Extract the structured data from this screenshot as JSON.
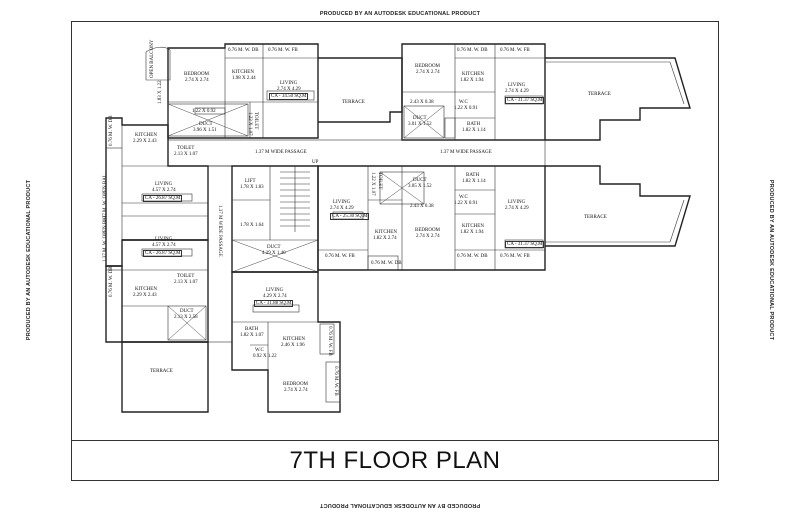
{
  "watermark": "PRODUCED BY AN AUTODESK EDUCATIONAL PRODUCT",
  "title": "7TH FLOOR PLAN",
  "labels": {
    "mwdb_a": "0.76 M. W. DB",
    "mwfb_a": "0.76 M. W. FB",
    "bedroom_a": "BEDROOM",
    "bedroom_a_dim": "2.74 X 2.74",
    "kitchen_a": "KITCHEN",
    "kitchen_a_dim": "1.98 X 2.44",
    "living_a": "LIVING",
    "living_a_dim": "2.74 X 4.29",
    "living_a_ca": "CA - 34.50 SQ.M",
    "open_bal": "OPEN BALCONY",
    "bal_dim": "1.83 X 1.22",
    "duct_a": "DUCT",
    "duct_a_dim": "3.96 X 1.51",
    "wc_a": "1.22 X 0.92",
    "toilet_a": "TOILET",
    "toilet_a_dim": "1.22 X 1.07",
    "terrace_1": "TERRACE",
    "bedroom_b": "BEDROOM",
    "bedroom_b_dim": "2.74 X 2.74",
    "mwdb_b": "0.76 M. W. DB",
    "mwfb_b": "0.76 M. W. FB",
    "kitchen_b": "KITCHEN",
    "kitchen_b_dim": "1.82 X 1.94",
    "living_b": "LIVING",
    "living_b_dim": "2.74 X 4.29",
    "living_b_ca": "CA - 31.37 SQ.M",
    "terrace_2": "TERRACE",
    "duct_b_pre": "2.43 X 0.38",
    "duct_b": "DUCT",
    "duct_b_dim": "3.01 X 1.52",
    "wc_b": "W.C",
    "wc_b_dim": "1.22 X 0.91",
    "bath_b": "BATH",
    "bath_b_dim": "1.82 X 1.14",
    "mwdb_c": "0.76 M. W. DB",
    "kitchen_c": "KITCHEN",
    "kitchen_c_dim": "2.29 X 2.43",
    "toilet_c": "TOILET",
    "toilet_c_dim": "2.13 X 1.07",
    "passage_1": "1.37 M WIDE PASSAGE",
    "passage_2": "1.37 M WIDE PASSAGE",
    "passage_3": "1.37 M WIDE PASSAGE",
    "open_bal_1": "1.37 M. W. OPEN BAL.",
    "living_c": "LIVING",
    "living_c_dim": "4.57 X 2.74",
    "living_c_ca": "CA - 26.87 SQ.M",
    "open_bal_2": "1.37 M. W. OPEN BAL.",
    "living_d": "LIVING",
    "living_d_dim": "4.57 X 2.74",
    "living_d_ca": "CA - 26.87 SQ.M",
    "mwdb_d": "0.76 M. W. DB",
    "kitchen_d": "KITCHEN",
    "kitchen_d_dim": "2.29 X 2.43",
    "toilet_d": "TOILET",
    "toilet_d_dim": "2.13 X 1.07",
    "duct_c": "DUCT",
    "duct_c_dim": "2.13 X 2.58",
    "terrace_3": "TERRACE",
    "up": "UP",
    "lift": "LIFT",
    "lift_dim": "1.78 X 1.83",
    "lift2_dim": "1.78 X 1.64",
    "duct_d": "DUCT",
    "duct_d_dim": "4.29 X 1.40",
    "living_e": "LIVING",
    "living_e_dim": "2.74 X 4.29",
    "living_e_ca": "CA - 25.30 SQ.M",
    "toilet_e": "TOILET",
    "toilet_e_dim": "1.22 X 1.07",
    "kitchen_e": "KITCHEN",
    "kitchen_e_dim": "1.82 X 2.74",
    "mwfb_e": "0.76 M. W. FB",
    "mwdb_e": "0.76 M. W. DB",
    "duct_e": "DUCT",
    "duct_e_dim": "3.05 X 1.52",
    "duct_e_post": "2.43 X 0.38",
    "bedroom_e": "BEDROOM",
    "bedroom_e_dim": "2.74 X 2.74",
    "bath_f": "BATH",
    "bath_f_dim": "1.82 X 1.14",
    "wc_f": "W.C",
    "wc_f_dim": "1.22 X 0.91",
    "kitchen_f": "KITCHEN",
    "kitchen_f_dim": "1.82 X 1.94",
    "living_f": "LIVING",
    "living_f_dim": "2.74 X 4.29",
    "living_f_ca": "CA - 31.37 SQ.M",
    "terrace_4": "TERRACE",
    "mwdb_f": "0.76 M. W. DB",
    "mwfb_f": "0.76 M. W. FB",
    "living_g": "LIVING",
    "living_g_dim": "4.29 X 2.74",
    "living_g_ca": "CA - 31.88 SQ.M",
    "bath_g": "BATH",
    "bath_g_dim": "1.82 X 1.07",
    "kitchen_g": "KITCHEN",
    "kitchen_g_dim": "2.46 X 1.96",
    "mwfb_g": "0.76 M. W. FB",
    "wc_g": "W.C",
    "wc_g_dim": "0.92 X 1.22",
    "mwfb_h": "0.76 M. W. FB",
    "bedroom_g": "BEDROOM",
    "bedroom_g_dim": "2.74 X 2.74"
  }
}
